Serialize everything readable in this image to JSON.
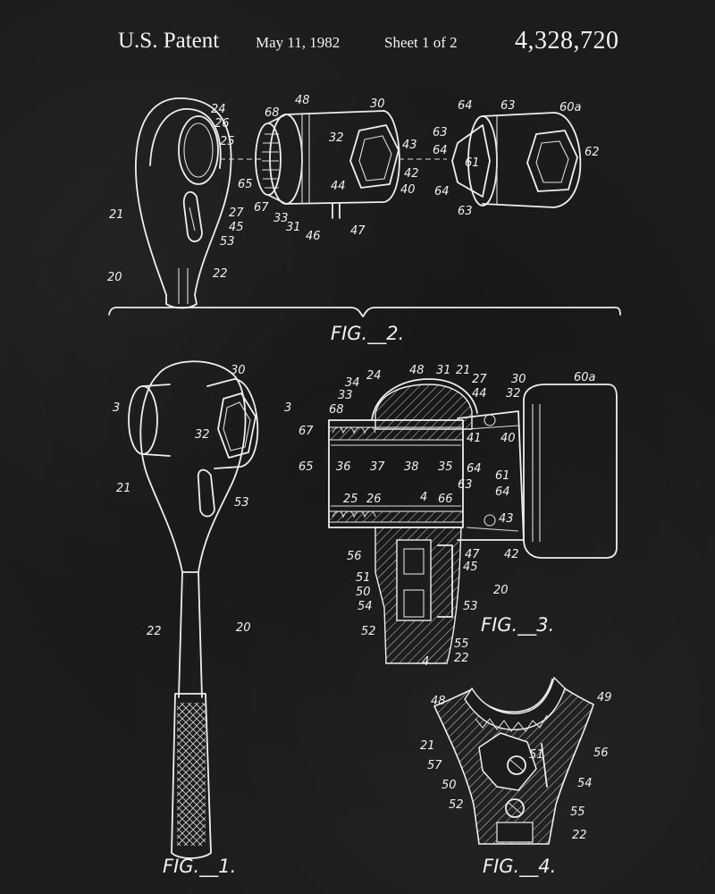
{
  "header": {
    "patent": "U.S. Patent",
    "date": "May 11, 1982",
    "sheet": "Sheet 1 of 2",
    "number": "4,328,720"
  },
  "figures": {
    "fig1": "FIG.__1.",
    "fig2": "FIG.__2.",
    "fig3": "FIG.__3.",
    "fig4": "FIG.__4."
  },
  "fig2_refs": [
    "24",
    "26",
    "25",
    "21",
    "27",
    "45",
    "53",
    "20",
    "22",
    "68",
    "48",
    "30",
    "32",
    "43",
    "42",
    "40",
    "44",
    "65",
    "67",
    "33",
    "31",
    "46",
    "47",
    "64",
    "63",
    "60a",
    "63",
    "64",
    "61",
    "62",
    "64",
    "63"
  ],
  "fig1_refs": [
    "30",
    "3",
    "3",
    "32",
    "21",
    "53",
    "22",
    "20"
  ],
  "fig3_refs": [
    "34",
    "24",
    "48",
    "31",
    "21",
    "27",
    "30",
    "60a",
    "33",
    "44",
    "32",
    "68",
    "67",
    "41",
    "40",
    "65",
    "36",
    "37",
    "38",
    "35",
    "64",
    "61",
    "25",
    "26",
    "4",
    "66",
    "63",
    "64",
    "43",
    "56",
    "47",
    "45",
    "51",
    "50",
    "20",
    "54",
    "53",
    "52",
    "55",
    "22",
    "4",
    "42"
  ],
  "fig4_refs": [
    "48",
    "49",
    "21",
    "56",
    "57",
    "51",
    "50",
    "54",
    "52",
    "55",
    "22"
  ],
  "colors": {
    "background": "#1c1c1c",
    "ink": "#eeeeee"
  }
}
